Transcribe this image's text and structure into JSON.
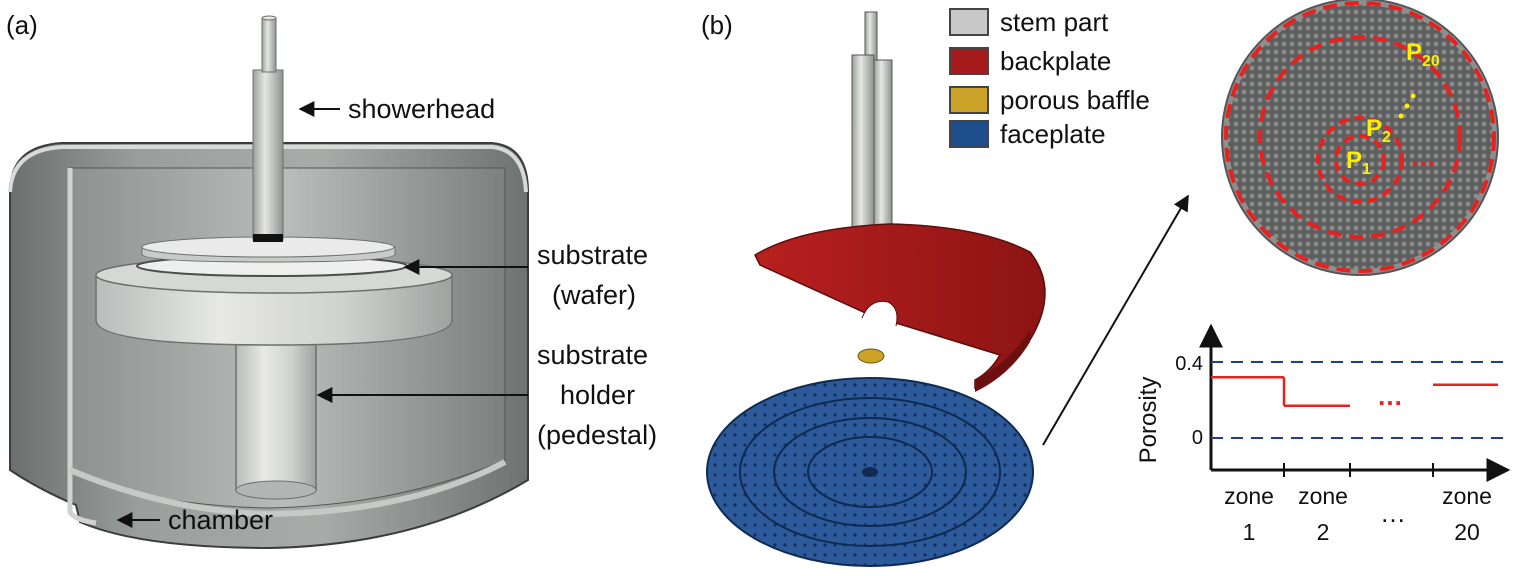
{
  "panel_a": {
    "letter": "(a)",
    "labels": {
      "showerhead": "showerhead",
      "substrate_line1": "substrate",
      "substrate_line2": "(wafer)",
      "holder_line1": "substrate",
      "holder_line2": "holder",
      "holder_line3": "(pedestal)",
      "chamber": "chamber"
    }
  },
  "panel_b": {
    "letter": "(b)",
    "legend": [
      {
        "label": "stem part",
        "color": "#c8c8c8"
      },
      {
        "label": "backplate",
        "color": "#a51b1b"
      },
      {
        "label": "porous baffle",
        "color": "#c9a227"
      },
      {
        "label": "faceplate",
        "color": "#1f4e8c"
      }
    ],
    "zone_labels": {
      "p1": "P",
      "p1_sub": "1",
      "p2": "P",
      "p2_sub": "2",
      "p20": "P",
      "p20_sub": "20",
      "ellipsis": "…"
    },
    "accent_red": "#e8211f",
    "accent_yellow": "#ffee00"
  },
  "chart_data": {
    "type": "line",
    "ylabel": "Porosity",
    "yticks": [
      "0.4",
      "0"
    ],
    "ylim": [
      -0.15,
      0.55
    ],
    "x_categories": [
      {
        "line1": "zone",
        "line2": "1"
      },
      {
        "line1": "zone",
        "line2": "2"
      },
      {
        "line1": "",
        "line2": "…"
      },
      {
        "line1": "zone",
        "line2": "20"
      }
    ],
    "ellipsis": "…",
    "reference_lines": [
      0,
      0.4
    ],
    "series": [
      {
        "values": [
          0.32,
          0.17,
          null,
          0.28
        ],
        "color": "#e8211f"
      }
    ]
  }
}
